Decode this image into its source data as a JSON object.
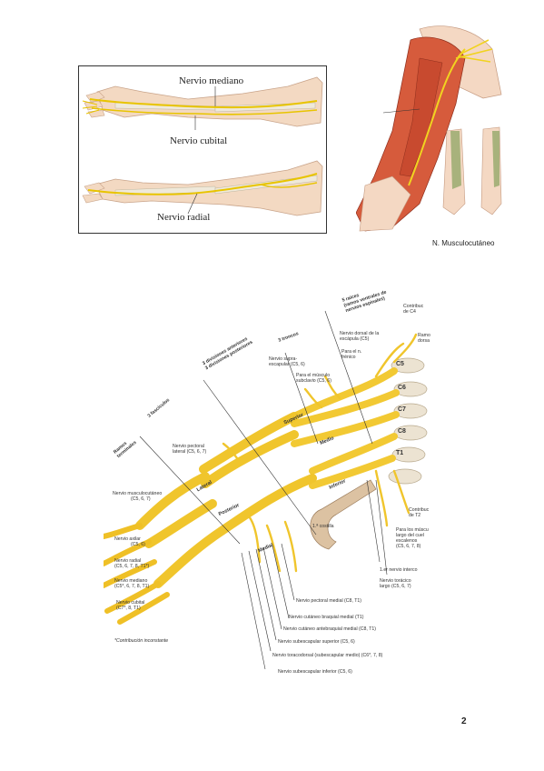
{
  "arm_figure": {
    "labels": {
      "mediano": "Nervio mediano",
      "cubital": "Nervio cubital",
      "radial": "Nervio radial"
    }
  },
  "musculo_figure": {
    "caption": "N. Musculocutáneo"
  },
  "plexus": {
    "headers": {
      "raices": "5 raíces",
      "raices_sub": "(ramos ventrales de",
      "raices_sub2": "nervios espinales)",
      "troncos": "3 troncos",
      "divisiones1": "3 divisiones anteriores",
      "divisiones2": "3 divisiones posteriores",
      "fasciculos": "3 fascículos",
      "ramos1": "Ramos",
      "ramos2": "terminales"
    },
    "right_labels": {
      "contrib_c4_1": "Contribuc",
      "contrib_c4_2": "de C4",
      "ramo_1": "Ramo",
      "ramo_2": "dorsa",
      "dorsal_esc_1": "Nervio dorsal de la",
      "dorsal_esc_2": "escápula (C5)",
      "frenico_1": "Para el n.",
      "frenico_2": "frénico",
      "supraesc_1": "Nervio supra-",
      "supraesc_2": "escapular (C5, 6)",
      "subclavio_1": "Para el músculo",
      "subclavio_2": "subclavio (C5, 6)",
      "c5": "C5",
      "c6": "C6",
      "c7": "C7",
      "c8": "C8",
      "t1": "T1",
      "contrib_t2_1": "Contribuc",
      "contrib_t2_2": "de T2",
      "escalenos_1": "Para los múscu",
      "escalenos_2": "largo del cuel",
      "escalenos_3": "escalenos",
      "escalenos_4": "(C5, 6, 7, 8)",
      "intercostal": "1.er nervio interco",
      "toracico_1": "Nervio torácico",
      "toracico_2": "largo (C5, 6, 7)",
      "costilla": "1.ª costilla"
    },
    "trunk_labels": {
      "superior": "Superior",
      "medio": "Medio",
      "inferior": "Inferior",
      "lateral": "Lateral",
      "posterior": "Posterior",
      "medial": "Medial"
    },
    "left_labels": {
      "pectoral_lat_1": "Nervio pectoral",
      "pectoral_lat_2": "lateral (C5, 6, 7)",
      "musculocut_1": "Nervio musculocutáneo",
      "musculocut_2": "(C5, 6, 7)",
      "axilar_1": "Nervio axilar",
      "axilar_2": "(C5, 6)",
      "radial_1": "Nervio radial",
      "radial_2": "(C5, 6, 7, 8, T1*)",
      "mediano_1": "Nervio mediano",
      "mediano_2": "(C5*, 6, 7, 8, T1)",
      "cubital_1": "Nervio cubital",
      "cubital_2": "(C7*, 8, T1)",
      "footnote": "*Contribución inconstante"
    },
    "bottom_labels": {
      "pectoral_med": "Nervio pectoral medial (C8, T1)",
      "braquial_med": "Nervio cutáneo braquial medial (T1)",
      "antebraq_med": "Nervio cutáneo antebraquial medial (C8, T1)",
      "subesc_sup": "Nervio subescapular superior (C5, 6)",
      "toracodorsal": "Nervio toracodorsal (subescapular medio) (C6*, 7, 8)",
      "subesc_inf": "Nervio subescapular inferior (C5, 6)"
    }
  },
  "page_number": "2"
}
